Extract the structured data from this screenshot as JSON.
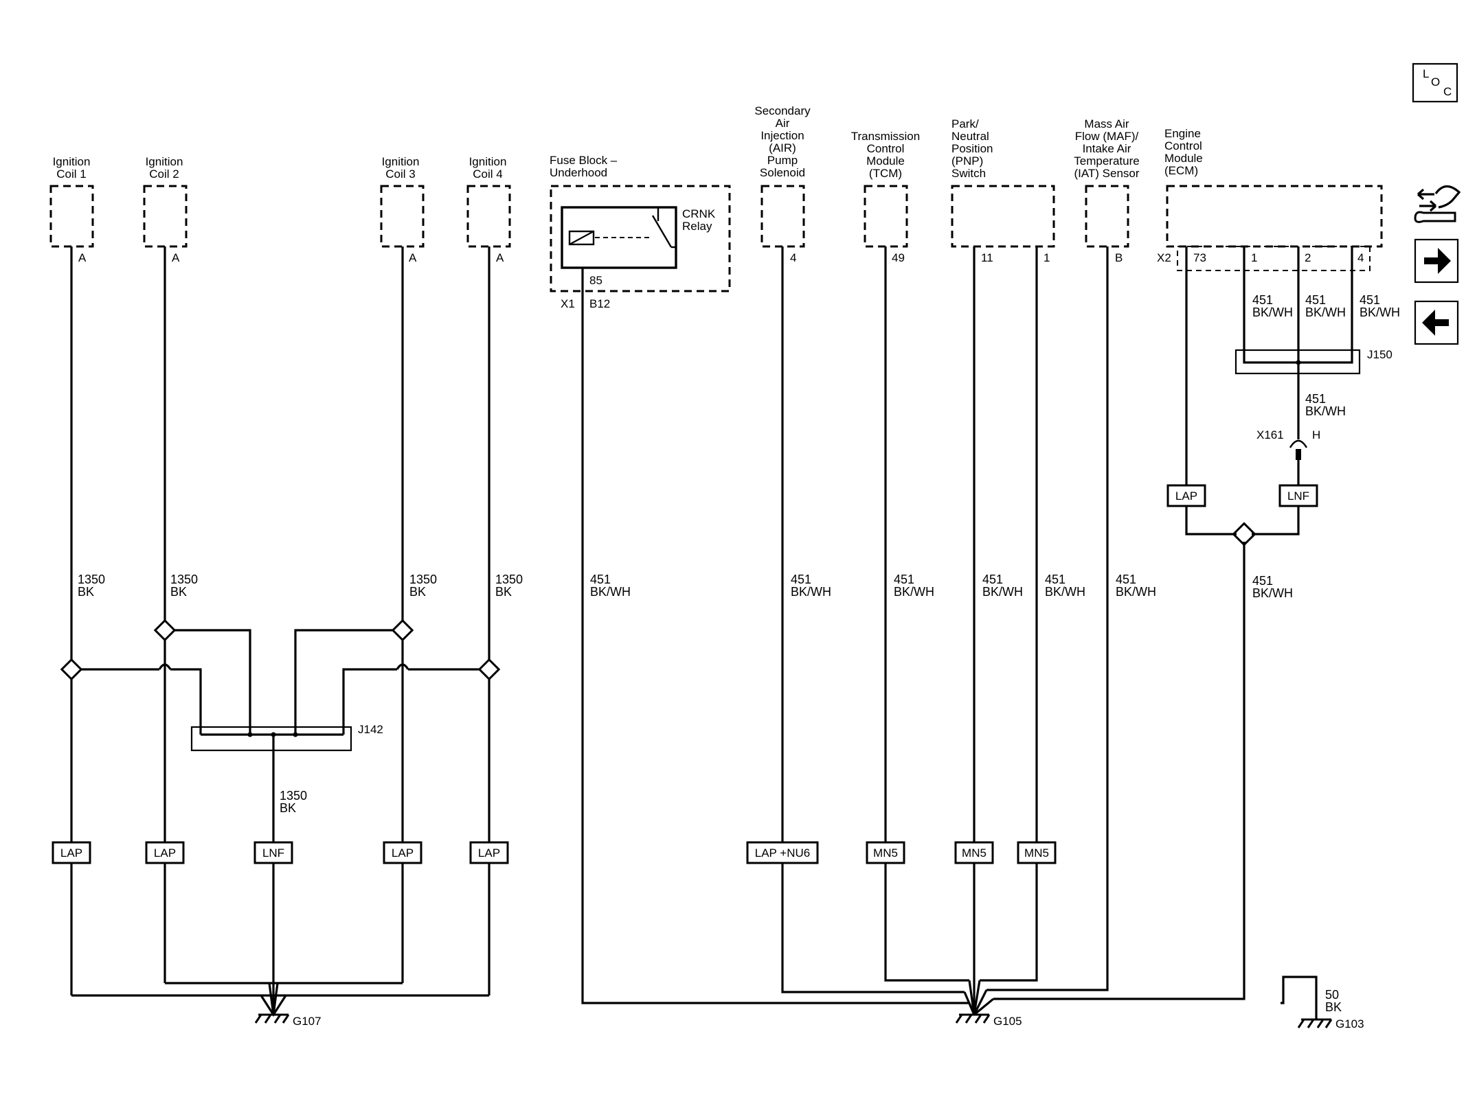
{
  "components": {
    "coil1": [
      "Ignition",
      "Coil 1"
    ],
    "coil2": [
      "Ignition",
      "Coil 2"
    ],
    "coil3": [
      "Ignition",
      "Coil 3"
    ],
    "coil4": [
      "Ignition",
      "Coil 4"
    ],
    "fuse_block": [
      "Fuse Block –",
      "Underhood"
    ],
    "air_pump": [
      "Secondary",
      "Air",
      "Injection",
      "(AIR)",
      "Pump",
      "Solenoid"
    ],
    "tcm": [
      "Transmission",
      "Control",
      "Module",
      "(TCM)"
    ],
    "pnp": [
      "Park/",
      "Neutral",
      "Position",
      "(PNP)",
      "Switch"
    ],
    "maf": [
      "Mass Air",
      "Flow (MAF)/",
      "Intake Air",
      "Temperature",
      "(IAT) Sensor"
    ],
    "ecm": [
      "Engine",
      "Control",
      "Module",
      "(ECM)"
    ]
  },
  "relay": {
    "label": [
      "CRNK",
      "Relay"
    ],
    "terminal": "85"
  },
  "pins": {
    "coil1": "A",
    "coil2": "A",
    "coil3": "A",
    "coil4": "A",
    "fuse_connector": "X1",
    "fuse_pin": "B12",
    "air": "4",
    "tcm": "49",
    "pnp1": "11",
    "pnp2": "1",
    "maf": "B",
    "ecm_connector": "X2",
    "ecm1": "73",
    "ecm2": "1",
    "ecm3": "2",
    "ecm4": "4",
    "x161_connector": "X161",
    "x161_pin": "H"
  },
  "wire_labels": {
    "gauge_1350": "1350",
    "color_bk": "BK",
    "gauge_451": "451",
    "color_bkwh": "BK/WH",
    "gauge_50": "50"
  },
  "splices": {
    "j142": "J142",
    "j150": "J150"
  },
  "options": {
    "lap": "LAP",
    "lnf": "LNF",
    "lap_nu6": "LAP +NU6",
    "mn5": "MN5"
  },
  "grounds": {
    "g107": "G107",
    "g105": "G105",
    "g103": "G103"
  },
  "nav": {
    "loc": {
      "l": "L",
      "o": "O",
      "c": "C"
    },
    "icons": [
      "harness-icon",
      "arrow-right-icon",
      "arrow-left-icon"
    ]
  }
}
